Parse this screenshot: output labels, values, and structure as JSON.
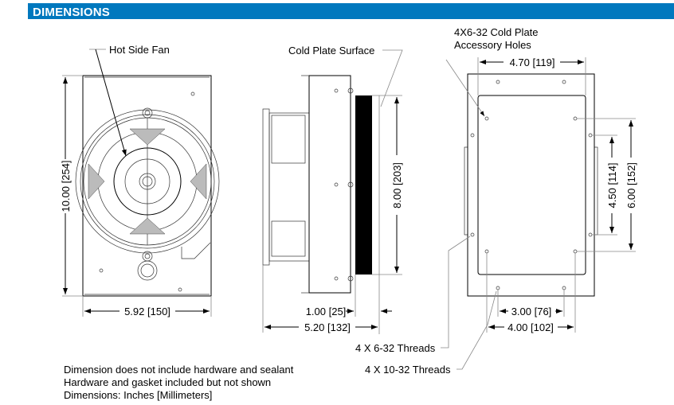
{
  "header": {
    "title": "DIMENSIONS"
  },
  "front_view": {
    "callout": "Hot Side Fan",
    "height_dim": "10.00 [254]",
    "width_dim": "5.92 [150]"
  },
  "side_view": {
    "callout": "Cold Plate Surface",
    "cold_plate_height_dim": "8.00 [203]",
    "cold_plate_depth_dim": "1.00 [25]",
    "overall_depth_dim": "5.20 [132]"
  },
  "back_view": {
    "callout_line1": "4X6-32 Cold Plate",
    "callout_line2": "Accessory Holes",
    "top_width_dim": "4.70 [119]",
    "inner_vertical_dim": "4.50 [114]",
    "outer_vertical_dim": "6.00 [152]",
    "inner_horizontal_dim": "3.00 [76]",
    "outer_horizontal_dim": "4.00 [102]",
    "threads_6_32": "4 X 6-32 Threads",
    "threads_10_32": "4 X 10-32 Threads"
  },
  "notes": [
    "Dimension does not include hardware and sealant",
    "Hardware and gasket included but not shown",
    "Dimensions: Inches [Millimeters]"
  ]
}
